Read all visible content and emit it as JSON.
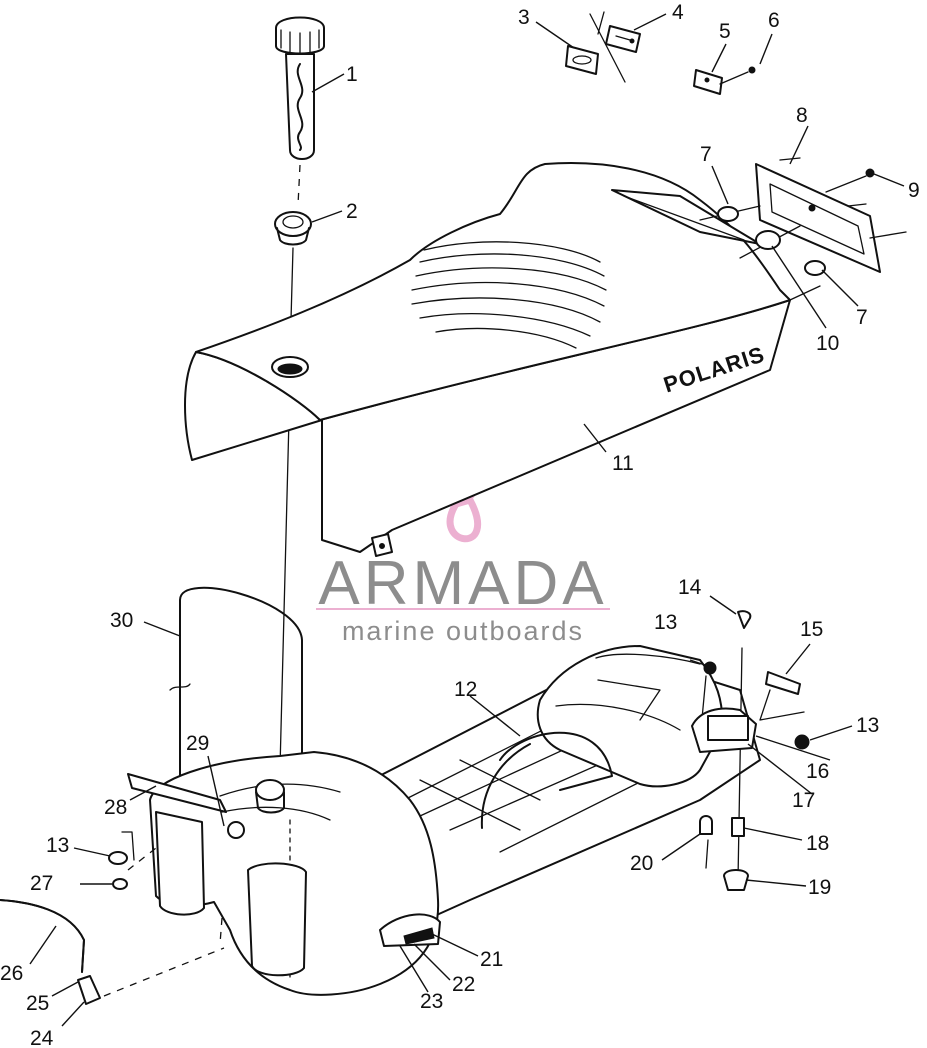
{
  "diagram": {
    "brand_on_seat": "POLARIS",
    "colors": {
      "line": "#111111",
      "watermark_text": "#7a7a7a",
      "watermark_accent": "#e9a3c9"
    },
    "callouts": [
      {
        "id": "c1",
        "label": "1"
      },
      {
        "id": "c2",
        "label": "2"
      },
      {
        "id": "c3",
        "label": "3"
      },
      {
        "id": "c4",
        "label": "4"
      },
      {
        "id": "c5",
        "label": "5"
      },
      {
        "id": "c6",
        "label": "6"
      },
      {
        "id": "c7a",
        "label": "7"
      },
      {
        "id": "c7b",
        "label": "7"
      },
      {
        "id": "c8",
        "label": "8"
      },
      {
        "id": "c9",
        "label": "9"
      },
      {
        "id": "c10",
        "label": "10"
      },
      {
        "id": "c11",
        "label": "11"
      },
      {
        "id": "c12",
        "label": "12"
      },
      {
        "id": "c13a",
        "label": "13"
      },
      {
        "id": "c13b",
        "label": "13"
      },
      {
        "id": "c13c",
        "label": "13"
      },
      {
        "id": "c14",
        "label": "14"
      },
      {
        "id": "c15",
        "label": "15"
      },
      {
        "id": "c16",
        "label": "16"
      },
      {
        "id": "c17",
        "label": "17"
      },
      {
        "id": "c18",
        "label": "18"
      },
      {
        "id": "c19",
        "label": "19"
      },
      {
        "id": "c20",
        "label": "20"
      },
      {
        "id": "c21",
        "label": "21"
      },
      {
        "id": "c22",
        "label": "22"
      },
      {
        "id": "c23",
        "label": "23"
      },
      {
        "id": "c24",
        "label": "24"
      },
      {
        "id": "c25",
        "label": "25"
      },
      {
        "id": "c26",
        "label": "26"
      },
      {
        "id": "c27",
        "label": "27"
      },
      {
        "id": "c28",
        "label": "28"
      },
      {
        "id": "c29",
        "label": "29"
      },
      {
        "id": "c30",
        "label": "30"
      }
    ]
  },
  "watermark": {
    "title": "ARMADA",
    "subtitle": "marine outboards",
    "logo_icon": "propeller-icon"
  }
}
